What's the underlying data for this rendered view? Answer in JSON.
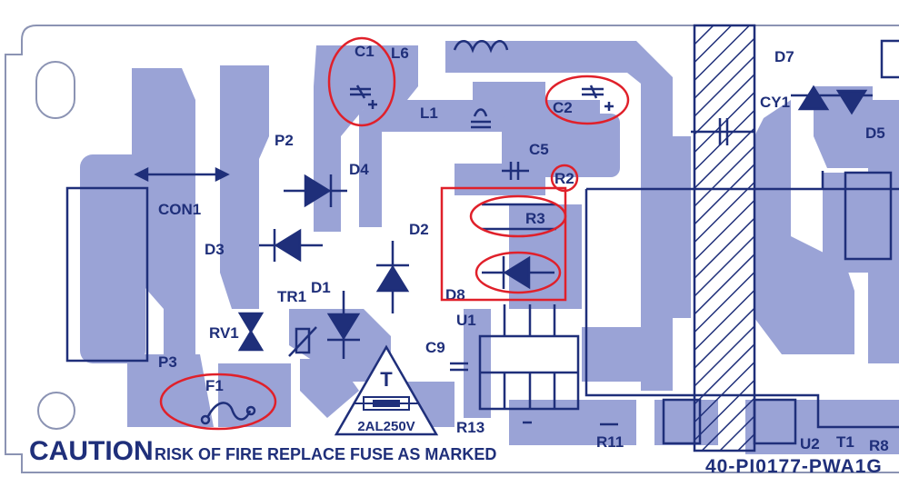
{
  "labels": {
    "c1": "C1",
    "l6": "L6",
    "l1": "L1",
    "c2": "C2",
    "c5": "C5",
    "r2": "R2",
    "r3": "R3",
    "p2": "P2",
    "d4": "D4",
    "d2": "D2",
    "d3": "D3",
    "d1": "D1",
    "d8": "D8",
    "con1": "CON1",
    "tr1": "TR1",
    "rv1": "RV1",
    "u1": "U1",
    "c9": "C9",
    "p3": "P3",
    "f1": "F1",
    "r13": "R13",
    "r11": "R11",
    "d7": "D7",
    "cy1": "CY1",
    "d5": "D5",
    "u2": "U2",
    "t1": "T1",
    "r8": "R8"
  },
  "fuse_marking": {
    "type": "T",
    "rating": "2AL250V"
  },
  "caution": {
    "title": "CAUTION",
    "text": "RISK OF FIRE REPLACE FUSE AS MARKED"
  },
  "part_number": "40-PI0177-PWA1G",
  "colors": {
    "board": "#ffffff",
    "copper": "#9aa3d6",
    "silkscreen": "#1f2f7a",
    "highlight": "#e0202a",
    "outline": "#8b93b3"
  }
}
